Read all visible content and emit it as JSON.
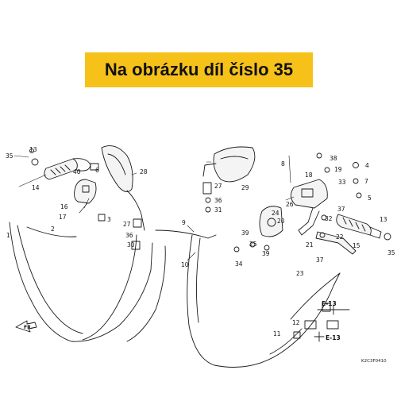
{
  "banner": {
    "text": "Na obrázku díl číslo 35",
    "color": "#f6c21a"
  },
  "diagram": {
    "callouts": [
      "1",
      "2",
      "3",
      "4",
      "5",
      "6",
      "7",
      "8",
      "9",
      "10",
      "11",
      "12",
      "13",
      "14",
      "15",
      "16",
      "17",
      "18",
      "19",
      "20",
      "21",
      "22",
      "23",
      "24",
      "25",
      "26",
      "27",
      "28",
      "29",
      "30",
      "31",
      "32",
      "33",
      "34",
      "35",
      "36",
      "37",
      "38",
      "39",
      "40"
    ],
    "reference_labels": [
      "E-13",
      "E-13"
    ],
    "direction_label": "FR.",
    "drawing_code": "K2C3F0410"
  }
}
